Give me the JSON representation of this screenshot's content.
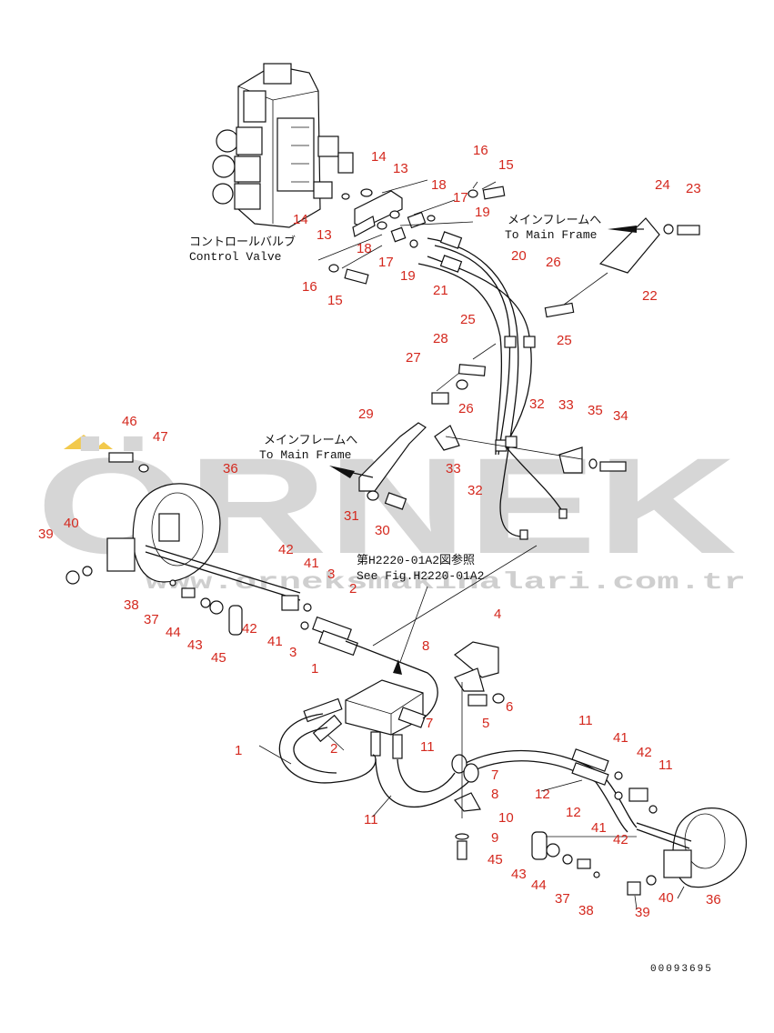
{
  "watermark": {
    "brand": "ÖRNEK",
    "url": "www.orneksmakinalari.com.tr",
    "accent": "#f2c94c"
  },
  "labels": {
    "control_valve_jp": "コントロールバルブ",
    "control_valve_en": "Control Valve",
    "main_frame_jp_1": "メインフレームへ",
    "main_frame_en_1": "To Main Frame",
    "main_frame_jp_2": "メインフレームへ",
    "main_frame_en_2": "To Main Frame",
    "see_fig_jp": "第H2220-01A2図参照",
    "see_fig_en": "See Fig.H2220-01A2",
    "doc_number": "00093695"
  },
  "callouts": [
    "14",
    "13",
    "16",
    "15",
    "18",
    "17",
    "19",
    "14",
    "13",
    "18",
    "17",
    "19",
    "16",
    "15",
    "20",
    "21",
    "24",
    "23",
    "22",
    "26",
    "25",
    "25",
    "28",
    "27",
    "26",
    "29",
    "32",
    "33",
    "35",
    "34",
    "33",
    "32",
    "31",
    "30",
    "46",
    "47",
    "36",
    "39",
    "40",
    "42",
    "41",
    "3",
    "2",
    "38",
    "37",
    "44",
    "43",
    "45",
    "42",
    "41",
    "3",
    "1",
    "4",
    "8",
    "6",
    "5",
    "7",
    "2",
    "11",
    "7",
    "1",
    "8",
    "10",
    "9",
    "11",
    "11",
    "12",
    "41",
    "42",
    "11",
    "12",
    "41",
    "42",
    "45",
    "43",
    "44",
    "37",
    "38",
    "39",
    "40",
    "36"
  ],
  "colors": {
    "callout": "#d4281e",
    "line": "#111111",
    "watermark_text": "#d6d6d6"
  }
}
